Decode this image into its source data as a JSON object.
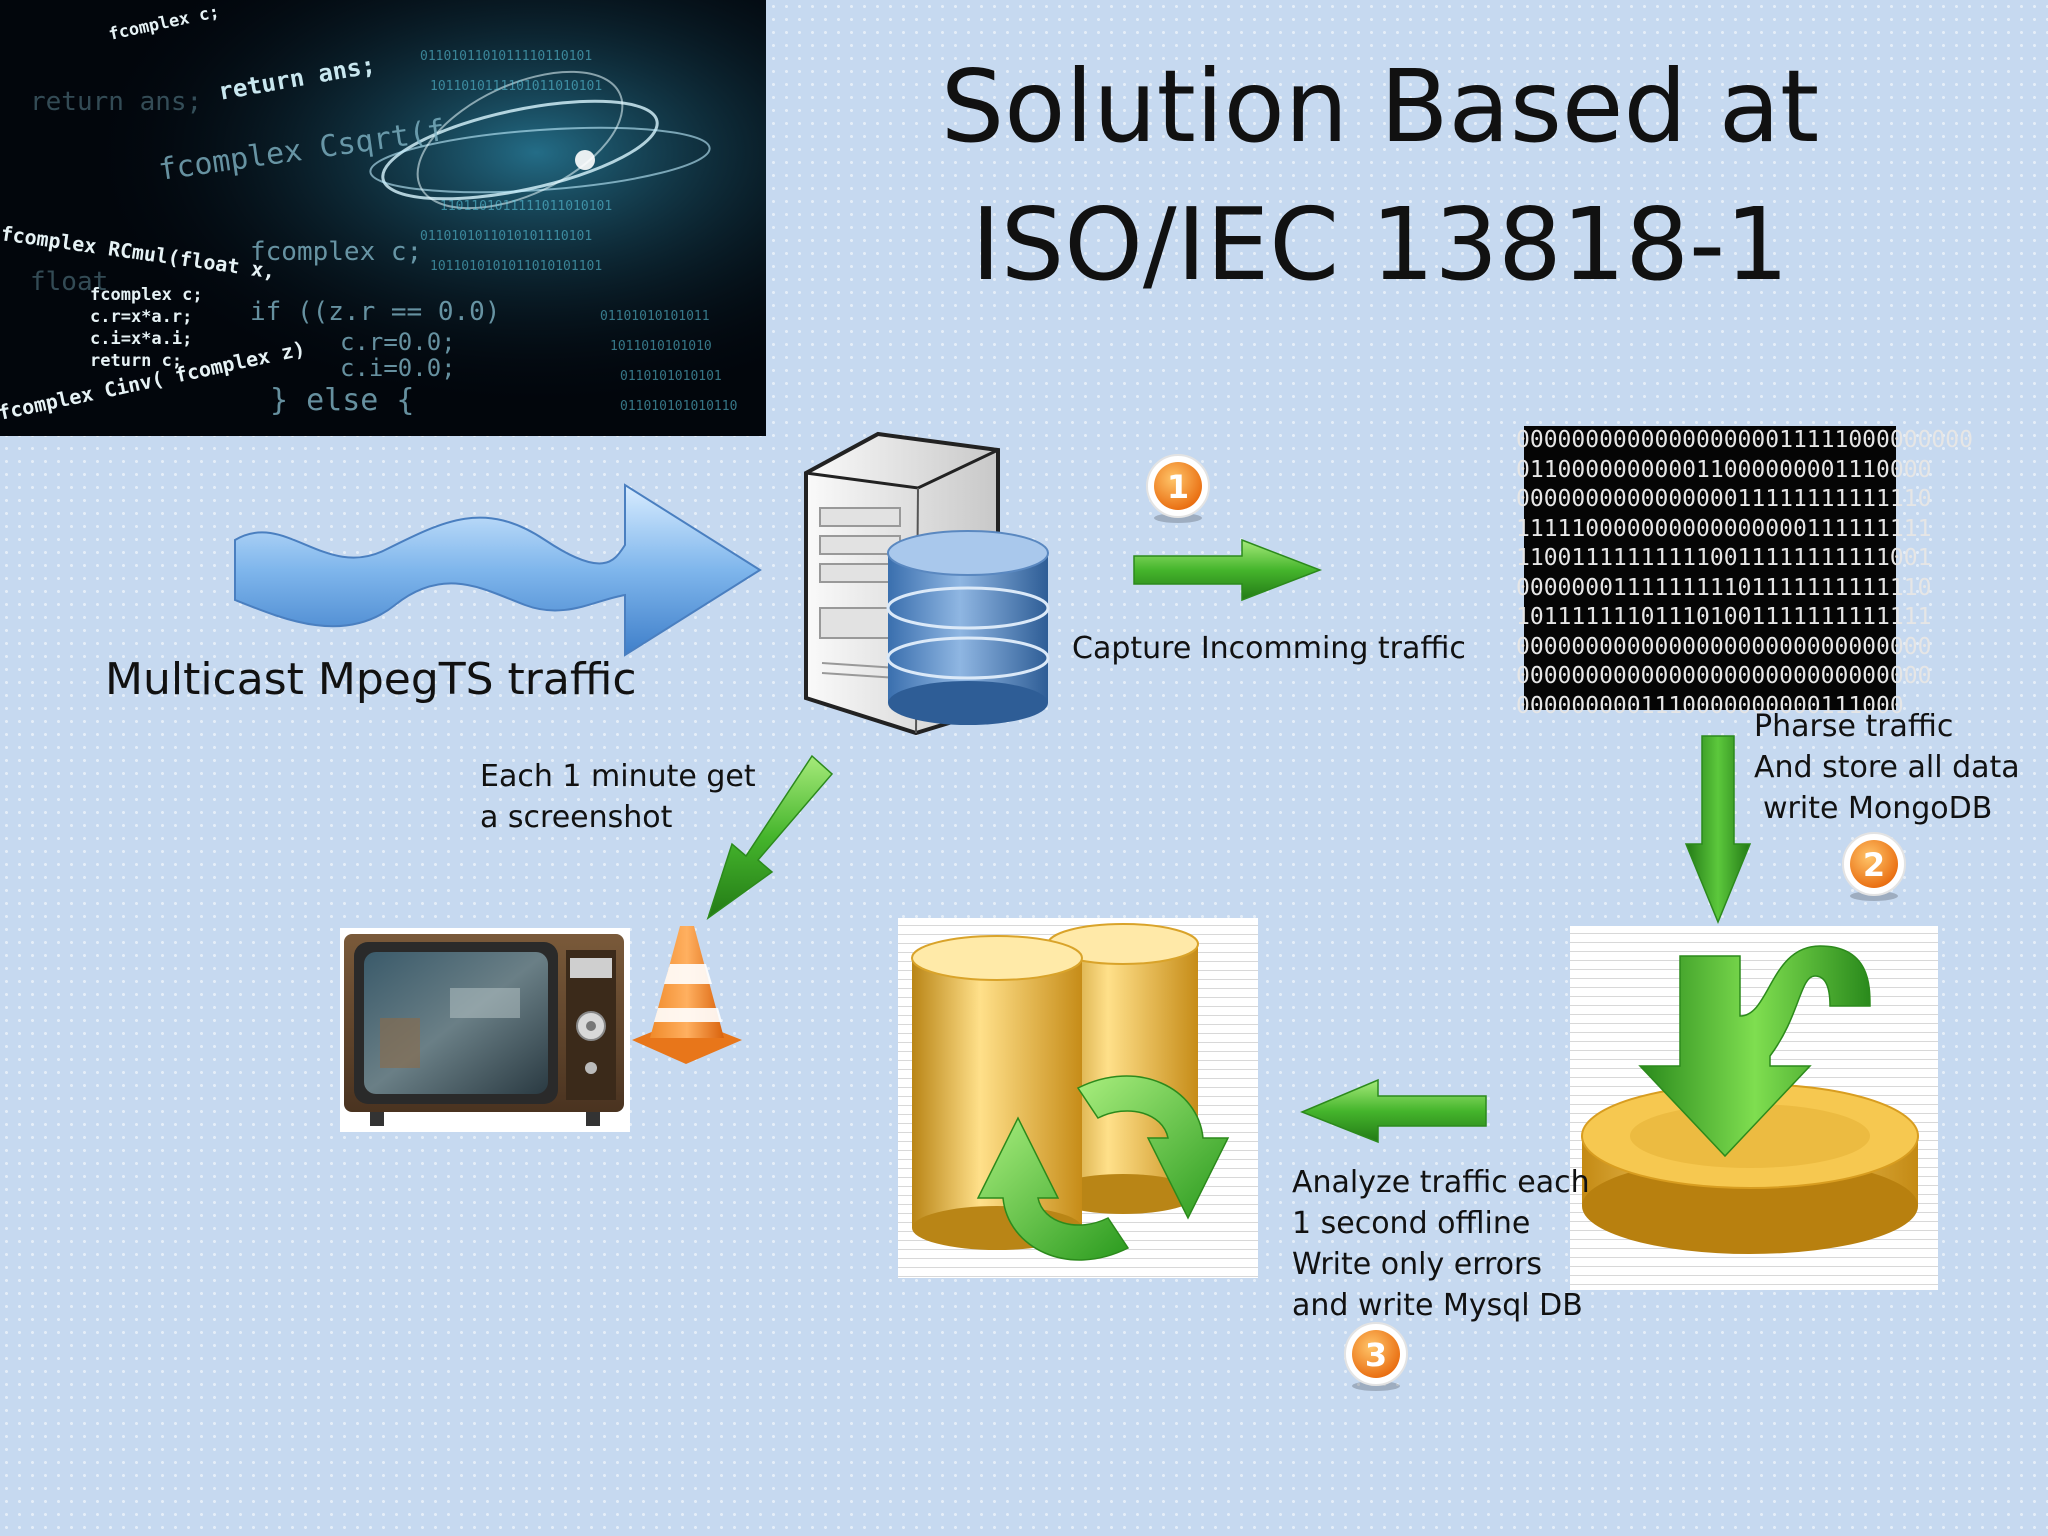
{
  "title": {
    "line1": "Solution Based at",
    "line2": "ISO/IEC 13818-1"
  },
  "labels": {
    "multicast": "Multicast MpegTS traffic",
    "capture": "Capture Incomming traffic",
    "screenshot": [
      "Each 1 minute get",
      "a screenshot"
    ],
    "parse": [
      "Pharse traffic",
      "And store all data",
      "write MongoDB"
    ],
    "analyze": [
      "Analyze traffic each",
      "1 second offline",
      "Write only errors",
      "and write Mysql DB"
    ]
  },
  "badges": {
    "one": "1",
    "two": "2",
    "three": "3"
  },
  "binary_rows": [
    "000000000000000000011111000000000",
    "011000000000011000000001110000",
    "000000000000000011111111111110",
    "111110000000000000000111111111",
    "110011111111110011111111111001",
    "000000011111111101111111111110",
    "101111111011101001111111111111",
    "000000000000000000000000000000",
    "000000000000000000000000000000",
    "0000000001110000000000111000"
  ],
  "code_snippets": [
    "fcomplex c;",
    "return ans;",
    "fcomplex RCmul(float x,",
    "fcomplex Cinv( fcomplex z)",
    "else {",
    "if ((z.r == 0.0)",
    "c.r=0.0;",
    "c.i=0.0;",
    "return c;",
    "fcomplex c;",
    "c.r=x*a.r;",
    "c.i=x*a.i;"
  ],
  "colors": {
    "background": "#c6d9f0",
    "arrow_green": "#3fae2a",
    "badge_orange": "#f07a12",
    "gold": "#e8b43a"
  }
}
